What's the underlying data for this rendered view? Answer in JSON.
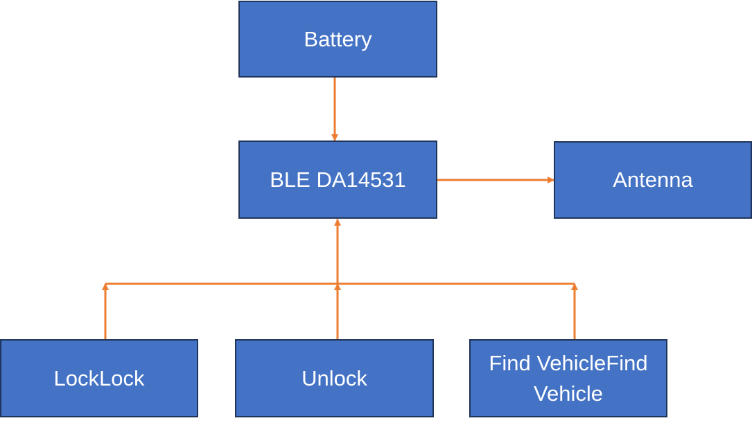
{
  "diagram": {
    "colors": {
      "node_fill": "#4472c4",
      "node_border": "#1f3458",
      "node_text": "#ffffff",
      "edge": "#ed7d31"
    },
    "nodes": {
      "battery": {
        "label": "Battery"
      },
      "ble": {
        "label": "BLE DA14531"
      },
      "antenna": {
        "label": "Antenna"
      },
      "lock": {
        "label": "LockLock"
      },
      "unlock": {
        "label": "Unlock"
      },
      "find_vehicle": {
        "label": "Find VehicleFind Vehicle"
      }
    },
    "edges": [
      {
        "from": "battery",
        "to": "ble"
      },
      {
        "from": "ble",
        "to": "antenna"
      },
      {
        "from": "lock",
        "to": "ble"
      },
      {
        "from": "unlock",
        "to": "ble"
      },
      {
        "from": "find_vehicle",
        "to": "ble"
      }
    ]
  }
}
